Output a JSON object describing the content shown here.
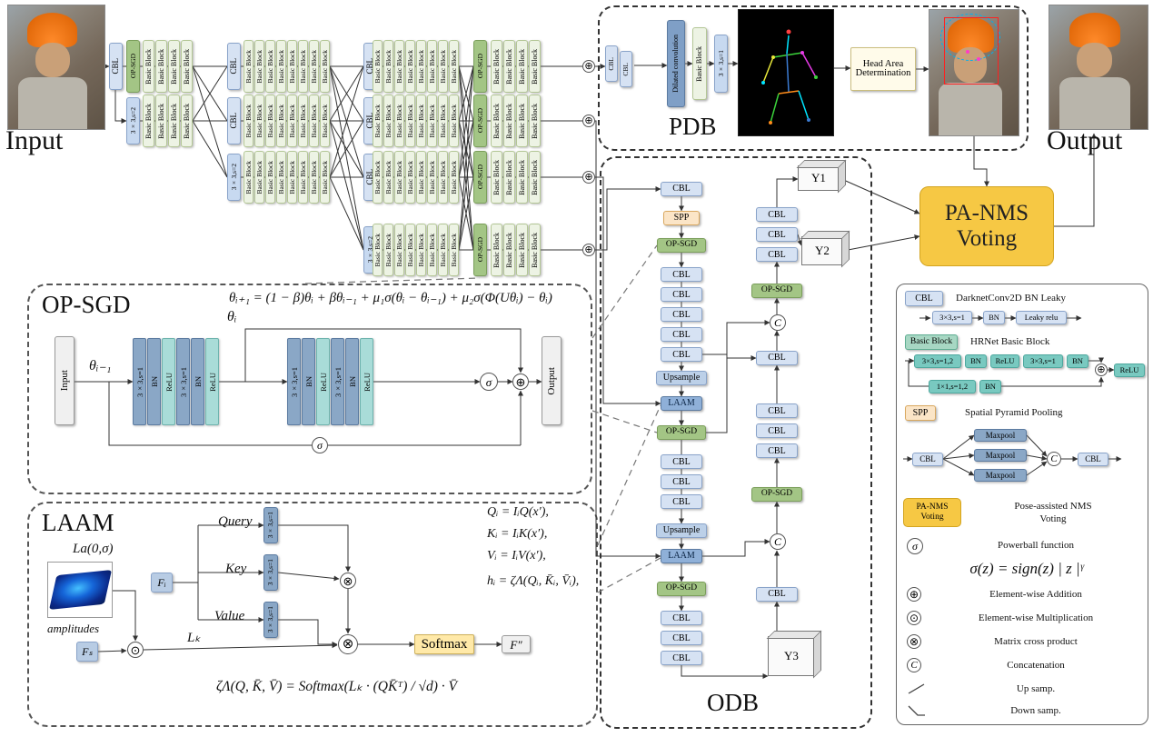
{
  "figure": {
    "input_label": "Input",
    "output_label": "Output",
    "pdb_label": "PDB",
    "odb_label": "ODB"
  },
  "blocks": {
    "cbl": "CBL",
    "op_sgd": "OP-SGD",
    "basic_block": "Basic Block",
    "conv_s2": "3×3,s=2",
    "conv_s1": "3×3,s=1",
    "spp": "SPP",
    "upsample": "Upsample",
    "laam": "LAAM",
    "dilated_conv": "Dilated convolution",
    "head_area": "Head Area Determination",
    "pa_nms_line1": "PA-NMS",
    "pa_nms_line2": "Voting",
    "y1": "Y1",
    "y2": "Y2",
    "y3": "Y3"
  },
  "symbols": {
    "add": "⊕",
    "multiply": "⊙",
    "cross": "⊗",
    "concat": "C",
    "sigma": "σ"
  },
  "opsgd": {
    "title": "OP-SGD",
    "formula": "θᵢ₊₁ = (1 − β)θᵢ + βθᵢ₋₁ + μ₁σ(θᵢ − θᵢ₋₁) + μ₂σ(Φ(Uθᵢ) − θᵢ)",
    "input": "Input",
    "output": "Output",
    "theta_prev": "θᵢ₋₁",
    "theta_i": "θᵢ",
    "stack": [
      "3×3,s=1",
      "BN",
      "ReLU",
      "3×3,s=1",
      "BN",
      "ReLU"
    ]
  },
  "laam": {
    "title": "LAAM",
    "fi": "Fᵢ",
    "fs": "Fₛ",
    "query": "Query",
    "key": "Key",
    "value": "Value",
    "conv": "3×3,s=1",
    "la": "La(0,σ)",
    "amplitudes": "amplitudes",
    "lk": "Lₖ",
    "softmax": "Softmax",
    "f_out": "F″",
    "eq_q": "Qᵢ = IᵢQ(x′),",
    "eq_k": "Kᵢ = IᵢK(x′),",
    "eq_v": "Vᵢ = IᵢV(x′),",
    "eq_h": "hᵢ = ζΛ(Qᵢ, K̄ᵢ, V̄ᵢ),",
    "eq_main": "ζΛ(Q, K̄, V̄) = Softmax(Lₖ · (QK̄ᵀ) / √d) · V̄"
  },
  "legend": {
    "cbl_chip": "CBL",
    "cbl_desc": "DarknetConv2D BN Leaky",
    "cbl_chain": [
      "3×3,s=1",
      "BN",
      "Leaky relu"
    ],
    "bb_chip": "Basic Block",
    "bb_desc": "HRNet Basic Block",
    "bb_chain": [
      "3×3,s=1,2",
      "BN",
      "ReLU",
      "3×3,s=1",
      "BN"
    ],
    "bb_shortcut": [
      "1×1,s=1,2",
      "BN"
    ],
    "bb_relu": "ReLU",
    "spp_chip": "SPP",
    "spp_desc": "Spatial Pyramid Pooling",
    "spp_cbl": "CBL",
    "maxpool": "Maxpool",
    "pa_chip_line1": "PA-NMS",
    "pa_chip_line2": "Voting",
    "pa_desc_line1": "Pose-assisted NMS",
    "pa_desc_line2": "Voting",
    "powerball_label": "Powerball function",
    "powerball_formula": "σ(z) = sign(z) | z |ᵞ",
    "add_label": "Element-wise Addition",
    "mul_label": "Element-wise Multiplication",
    "cross_label": "Matrix cross product",
    "concat_label": "Concatenation",
    "up_label": "Up samp.",
    "down_label": "Down samp."
  }
}
